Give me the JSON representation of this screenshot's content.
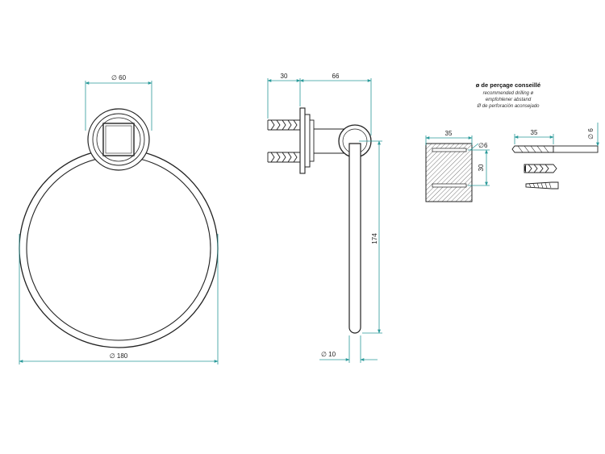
{
  "colors": {
    "ink": "#222222",
    "dimension_line": "#2a9a9a",
    "hatch": "#555555"
  },
  "dimensions": {
    "base_diameter": "∅ 60",
    "mount_depth": "30",
    "projection": "66",
    "ring_diameter": "∅ 180",
    "ring_drop": "174",
    "rod_diameter": "∅ 10"
  },
  "drilling": {
    "title": "ø de perçage conseillé",
    "lines": [
      "recommended drilling ø",
      "empfohlener abstand",
      "Ø de perforación aconsejado"
    ],
    "block_width": "35",
    "hole_diameter": "∅6",
    "hole_spacing": "30",
    "drill_length": "35",
    "drill_diameter": "∅ 6"
  }
}
